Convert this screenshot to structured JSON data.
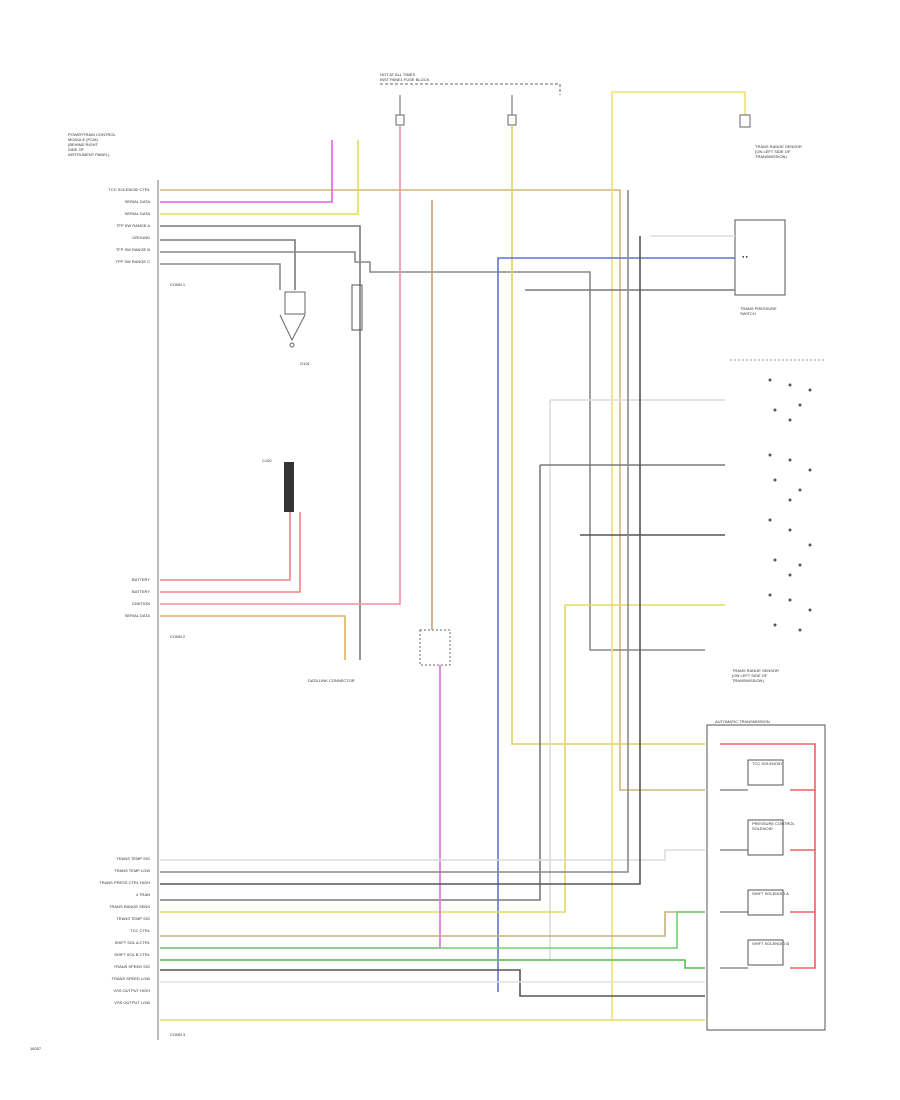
{
  "diagram": {
    "module_label_lines": [
      "POWERTRAIN CONTROL",
      "MODULE (PCM)",
      "(BEHIND RIGHT",
      "SIDE OF",
      "INSTRUMENT PANEL)"
    ],
    "left_pin_labels_top": [
      "TCC SOLENOID CTRL",
      "SERIAL DATA",
      "SERIAL DATA",
      "TFP SW RANGE A",
      "GROUND",
      "TFP SW RANGE B",
      "TFP SW RANGE C"
    ],
    "connector_labels": [
      "CONN 1",
      "CONN 2",
      "CONN 3"
    ],
    "left_pin_labels_mid": [
      "BATTERY",
      "BATTERY",
      "IGNITION",
      "SERIAL DATA"
    ],
    "left_pin_labels_bottom": [
      "TRANS TEMP SIG",
      "TRANS TEMP LOW",
      "TRANS PRESS CTRL HIGH",
      "4 TRAN",
      "TRANS RANGE SENS",
      "TRANS TEMP SIG",
      "TCC CTRL",
      "SHIFT SOL A CTRL",
      "SHIFT SOL B CTRL",
      "TRANS SPEED SIG",
      "TRANS SPEED LOW",
      "VSS OUTPUT HIGH",
      "VSS OUTPUT LOW"
    ],
    "top_label_lines": [
      "HOT AT ALL TIMES",
      "INST PANEL FUSE BLOCK"
    ],
    "right_label_lines": [
      "TRANS RANGE SENSOR",
      "(ON LEFT SIDE OF",
      "TRANSMISSION)",
      "TRANS PRESSURE",
      "SWITCH"
    ],
    "solenoid_label_lines": [
      "AUTOMATIC TRANSMISSION",
      "TCC SOLENOID",
      "PRESSURE CONTROL",
      "SOLENOID",
      "SHIFT SOLENOID A",
      "SHIFT SOLENOID B"
    ],
    "page_code": "16057"
  }
}
